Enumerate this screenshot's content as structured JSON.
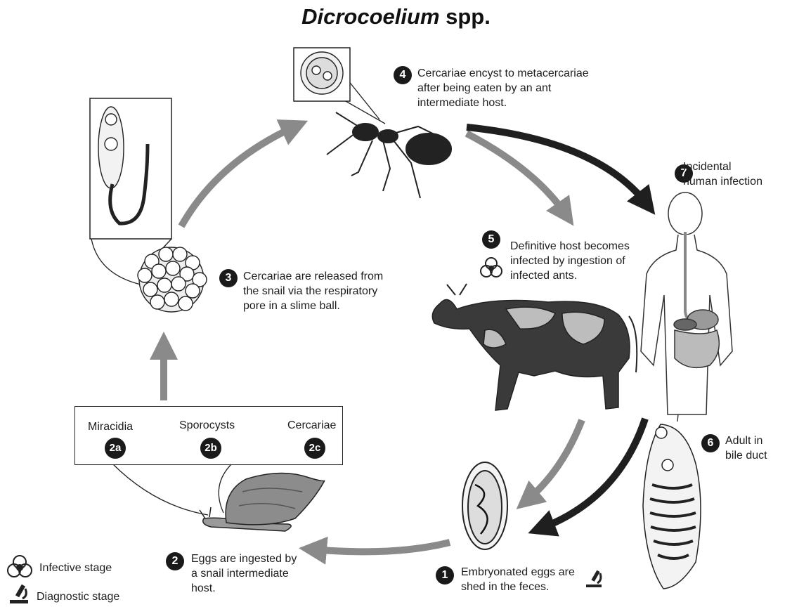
{
  "title": {
    "genus": "Dicrocoelium",
    "suffix": " spp."
  },
  "steps": {
    "s1": {
      "num": "1",
      "lines": [
        "Embryonated eggs are",
        "shed in the feces."
      ]
    },
    "s2": {
      "num": "2",
      "lines": [
        "Eggs are ingested by",
        "a snail intermediate",
        "host."
      ]
    },
    "s3": {
      "num": "3",
      "lines": [
        "Cercariae are released from",
        "the snail via the respiratory",
        "pore in a slime ball."
      ]
    },
    "s4": {
      "num": "4",
      "lines": [
        "Cercariae encyst to metacercariae",
        "after being eaten by an ant",
        "intermediate host."
      ]
    },
    "s5": {
      "num": "5",
      "lines": [
        "Definitive host becomes",
        "infected by ingestion of",
        "infected ants."
      ]
    },
    "s6": {
      "num": "6",
      "lines": [
        "Adult in",
        "bile duct"
      ]
    },
    "s7": {
      "num": "7",
      "lines": [
        "Incidental",
        "human infection"
      ]
    }
  },
  "substages": [
    {
      "label": "Miracidia",
      "num": "2a"
    },
    {
      "label": "Sporocysts",
      "num": "2b"
    },
    {
      "label": "Cercariae",
      "num": "2c"
    }
  ],
  "legend": {
    "infective": {
      "label": "Infective stage",
      "icon": "biohazard-icon"
    },
    "diagnostic": {
      "label": "Diagnostic stage",
      "icon": "microscope-icon"
    }
  },
  "colors": {
    "gray_arrow": "#8a8a8a",
    "dark_arrow": "#1f1f1f"
  }
}
